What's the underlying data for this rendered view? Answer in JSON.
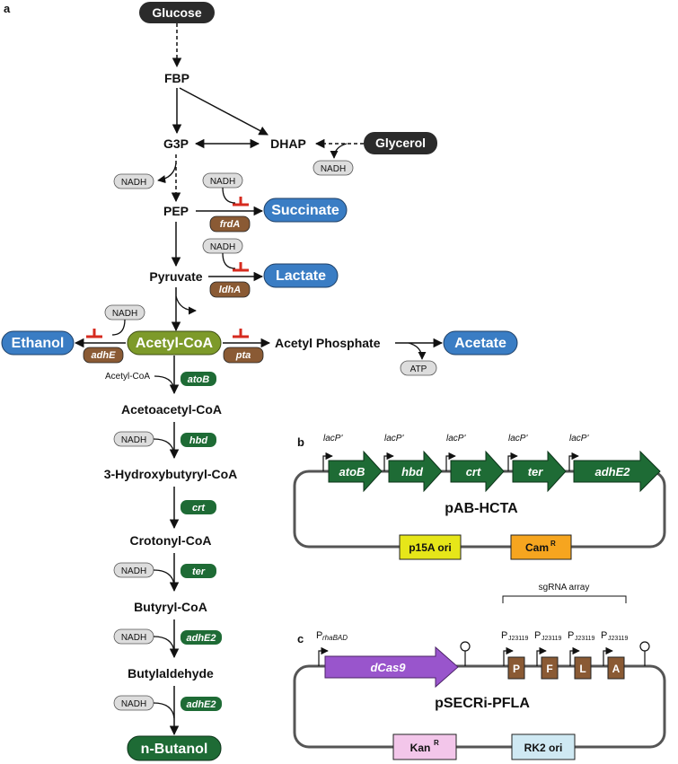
{
  "panels": {
    "a": "a",
    "b": "b",
    "c": "c"
  },
  "colors": {
    "dark_pill": "#2b2b2b",
    "blue_pill": "#3a7dc4",
    "olive_pill": "#7d9a2a",
    "green_gene": "#1e6b35",
    "brown_gene": "#8a5a34",
    "cofactor": "#dddddd",
    "inhibit": "#d62b1f",
    "yellow_box": "#e6e619",
    "orange_box": "#f6a51f",
    "pink_box": "#f3c6ea",
    "cyan_box": "#cfe9f3",
    "purple_gene": "#9955cc"
  },
  "pathway": {
    "glucose": "Glucose",
    "fbp": "FBP",
    "g3p": "G3P",
    "dhap": "DHAP",
    "glycerol": "Glycerol",
    "pep": "PEP",
    "succinate": "Succinate",
    "pyruvate": "Pyruvate",
    "lactate": "Lactate",
    "ethanol": "Ethanol",
    "acetyl_coa": "Acetyl-CoA",
    "acetyl_phosphate": "Acetyl Phosphate",
    "acetate": "Acetate",
    "acetyl_coa_small": "Acetyl-CoA",
    "acetoacetyl_coa": "Acetoacetyl-CoA",
    "hydroxybutyryl_coa": "3-Hydroxybutyryl-CoA",
    "crotonyl_coa": "Crotonyl-CoA",
    "butyryl_coa": "Butyryl-CoA",
    "butylaldehyde": "Butylaldehyde",
    "n_butanol": "n-Butanol",
    "nadh": "NADH",
    "atp": "ATP"
  },
  "genes": {
    "frdA": "frdA",
    "ldhA": "ldhA",
    "adhE": "adhE",
    "pta": "pta",
    "atoB": "atoB",
    "hbd": "hbd",
    "crt": "crt",
    "ter": "ter",
    "adhE2": "adhE2"
  },
  "plasmid_b": {
    "name": "pAB-HCTA",
    "promoter": "lacP'",
    "genes": [
      "atoB",
      "hbd",
      "crt",
      "ter",
      "adhE2"
    ],
    "ori": "p15A ori",
    "resistance": "Cam",
    "resistance_sup": "R"
  },
  "plasmid_c": {
    "name": "pSECRi-PFLA",
    "promoter_main": "P",
    "promoter_main_sub": "rhaBAD",
    "gene": "dCas9",
    "sgrna_label": "sgRNA array",
    "promoter_small": "P",
    "promoter_small_sub": "J23119",
    "sgrnas": [
      "P",
      "F",
      "L",
      "A"
    ],
    "resistance": "Kan",
    "resistance_sup": "R",
    "ori": "RK2 ori"
  }
}
